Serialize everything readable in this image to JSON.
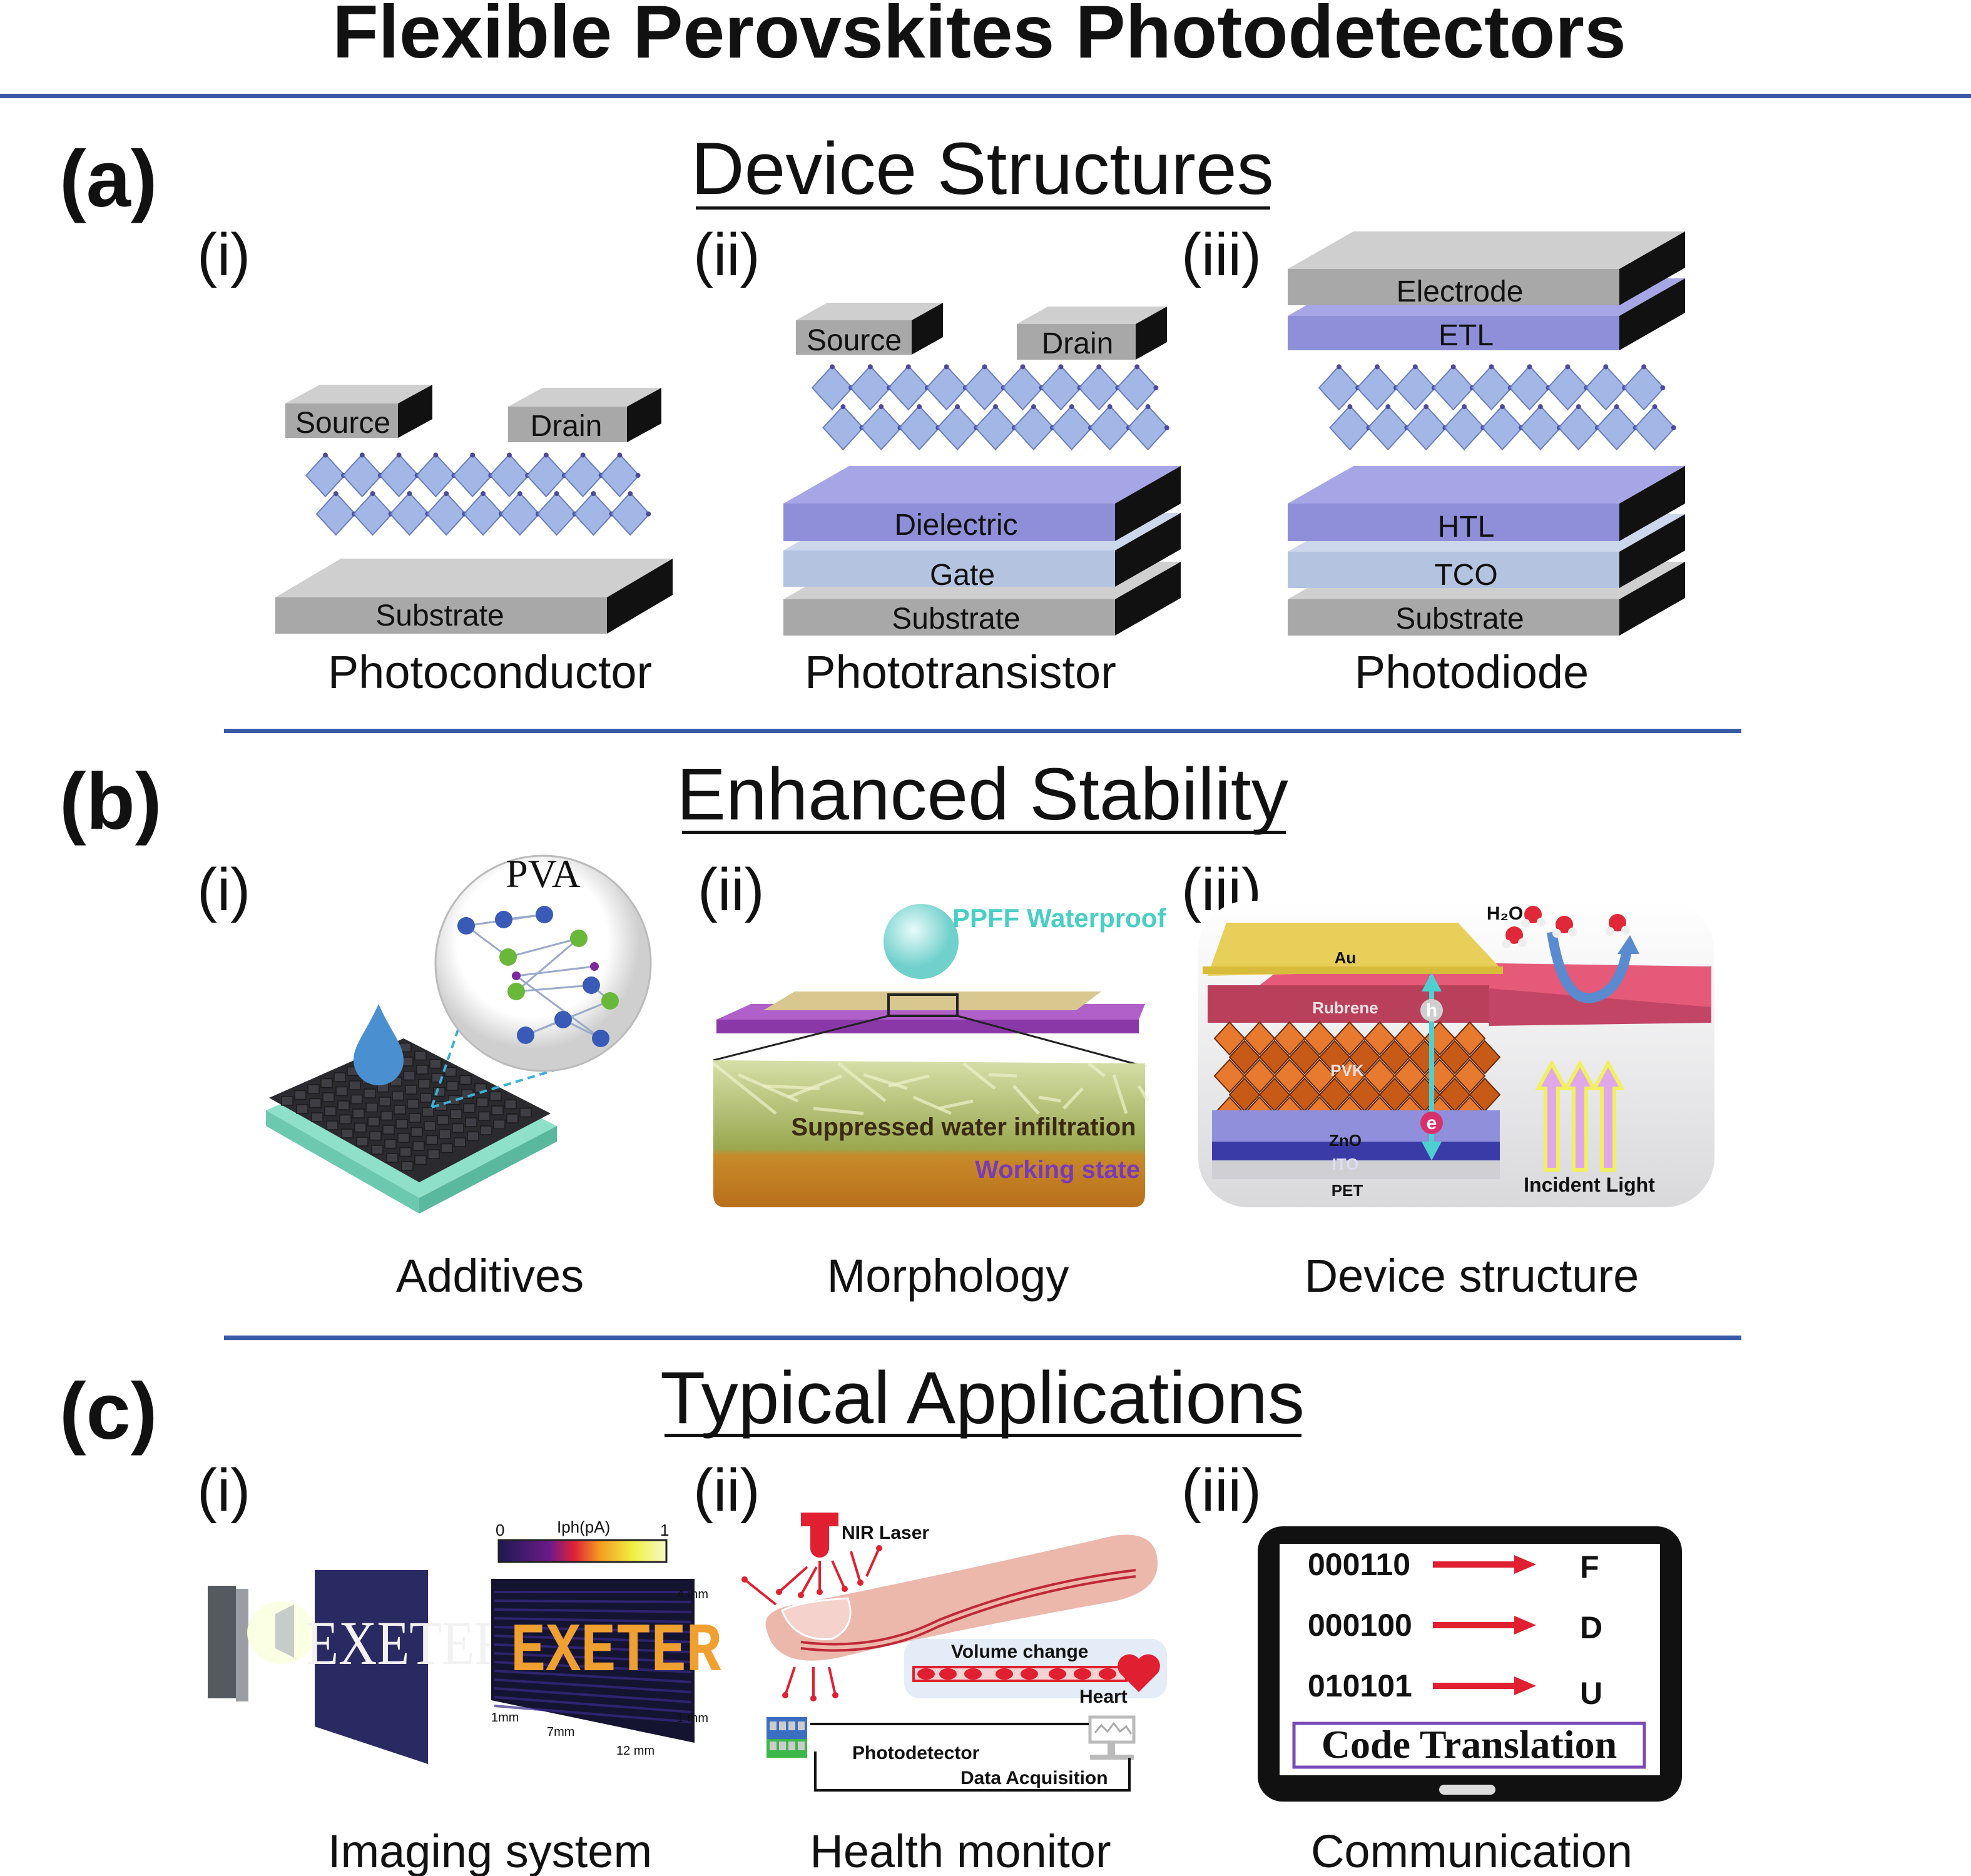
{
  "title": "Flexible Perovskites Photodetectors",
  "accent_color": "#3a5aa8",
  "sections": {
    "a": {
      "letter": "(a)",
      "heading": "Device Structures",
      "panels": [
        {
          "num": "(i)",
          "caption": "Photoconductor",
          "layers": {
            "source": "Source",
            "drain": "Drain",
            "substrate": "Substrate"
          }
        },
        {
          "num": "(ii)",
          "caption": "Phototransistor",
          "layers": {
            "source": "Source",
            "drain": "Drain",
            "dielectric": "Dielectric",
            "gate": "Gate",
            "substrate": "Substrate"
          }
        },
        {
          "num": "(iii)",
          "caption": "Photodiode",
          "layers": {
            "electrode": "Electrode",
            "etl": "ETL",
            "htl": "HTL",
            "tco": "TCO",
            "substrate": "Substrate"
          }
        }
      ]
    },
    "b": {
      "letter": "(b)",
      "heading": "Enhanced Stability",
      "panels": [
        {
          "num": "(i)",
          "caption": "Additives",
          "labels": {
            "pva": "PVA"
          }
        },
        {
          "num": "(ii)",
          "caption": "Morphology",
          "labels": {
            "waterproof": "PPFF Waterproof",
            "suppressed": "Suppressed water infiltration",
            "working": "Working state"
          }
        },
        {
          "num": "(iii)",
          "caption": "Device structure",
          "labels": {
            "h2o": "H₂O",
            "au": "Au",
            "rubrene": "Rubrene",
            "h": "h",
            "pvk": "PVK",
            "e": "e",
            "zno": "ZnO",
            "ito": "ITO",
            "pet": "PET",
            "incident": "Incident Light"
          }
        }
      ]
    },
    "c": {
      "letter": "(c)",
      "heading": "Typical Applications",
      "panels": [
        {
          "num": "(i)",
          "caption": "Imaging system",
          "labels": {
            "cbar_min": "0",
            "cbar_label": "Iph(pA)",
            "cbar_max": "1",
            "mask_text": "EXETER",
            "image_text": "EXETER",
            "y_top": "4 mm",
            "y_bot": "1 mm",
            "x1": "1mm",
            "x2": "7mm",
            "x3": "12 mm"
          }
        },
        {
          "num": "(ii)",
          "caption": "Health monitor",
          "labels": {
            "laser": "NIR Laser",
            "volume": "Volume change",
            "heart": "Heart",
            "photodetector": "Photodetector",
            "daq": "Data Acquisition"
          }
        },
        {
          "num": "(iii)",
          "caption": "Communication",
          "rows": [
            {
              "code": "000110",
              "letter": "F"
            },
            {
              "code": "000100",
              "letter": "D"
            },
            {
              "code": "010101",
              "letter": "U"
            }
          ],
          "box": "Code Translation"
        }
      ]
    }
  }
}
